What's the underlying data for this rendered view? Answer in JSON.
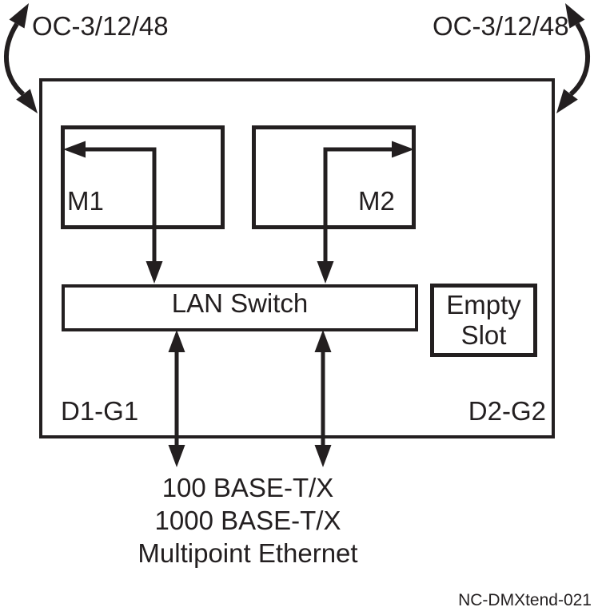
{
  "diagram": {
    "oc_left": "OC-3/12/48",
    "oc_right": "OC-3/12/48",
    "modules": {
      "m1": "M1",
      "m2": "M2"
    },
    "lan_switch": "LAN Switch",
    "empty_slot": {
      "line1": "Empty",
      "line2": "Slot"
    },
    "slot_labels": {
      "d1_g1": "D1-G1",
      "d2_g2": "D2-G2"
    },
    "ethernet": {
      "line1": "100 BASE-T/X",
      "line2": "1000 BASE-T/X",
      "line3": "Multipoint Ethernet"
    },
    "figure_code": "NC-DMXtend-021",
    "colors": {
      "ink": "#231f20",
      "background": "#ffffff"
    }
  }
}
